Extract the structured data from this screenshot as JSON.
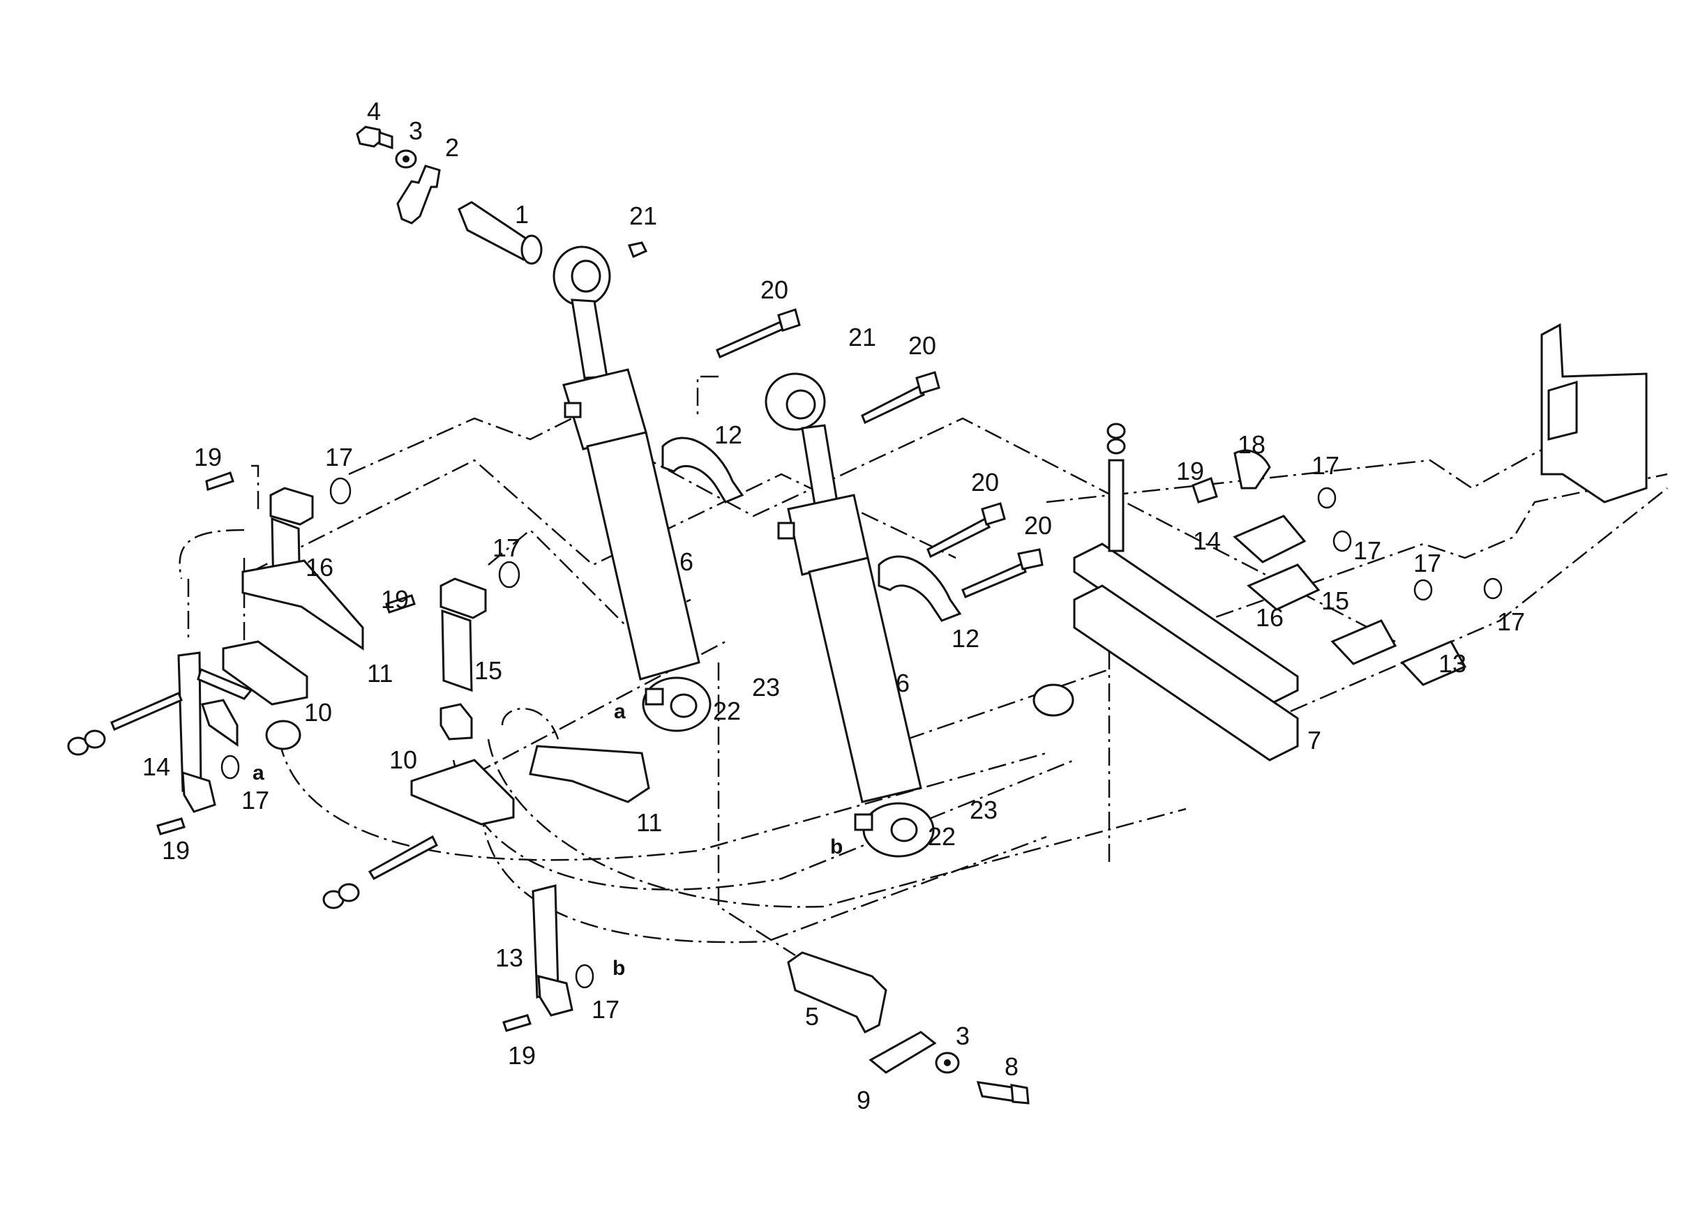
{
  "diagram": {
    "callouts": [
      {
        "id": "c-4",
        "text": "4"
      },
      {
        "id": "c-3a",
        "text": "3"
      },
      {
        "id": "c-2",
        "text": "2"
      },
      {
        "id": "c-1",
        "text": "1"
      },
      {
        "id": "c-21a",
        "text": "21"
      },
      {
        "id": "c-20a",
        "text": "20"
      },
      {
        "id": "c-21b",
        "text": "21"
      },
      {
        "id": "c-20b",
        "text": "20"
      },
      {
        "id": "c-12a",
        "text": "12"
      },
      {
        "id": "c-6a",
        "text": "6"
      },
      {
        "id": "c-20c",
        "text": "20"
      },
      {
        "id": "c-20d",
        "text": "20"
      },
      {
        "id": "c-12b",
        "text": "12"
      },
      {
        "id": "c-6b",
        "text": "6"
      },
      {
        "id": "c-19a",
        "text": "19"
      },
      {
        "id": "c-17a",
        "text": "17"
      },
      {
        "id": "c-16a",
        "text": "16"
      },
      {
        "id": "c-11a",
        "text": "11"
      },
      {
        "id": "c-10a",
        "text": "10"
      },
      {
        "id": "c-14a",
        "text": "14"
      },
      {
        "id": "c-17b",
        "text": "17"
      },
      {
        "id": "c-19b",
        "text": "19"
      },
      {
        "id": "c-19c",
        "text": "19"
      },
      {
        "id": "c-17c",
        "text": "17"
      },
      {
        "id": "c-15a",
        "text": "15"
      },
      {
        "id": "c-10b",
        "text": "10"
      },
      {
        "id": "c-11b",
        "text": "11"
      },
      {
        "id": "c-22a",
        "text": "22"
      },
      {
        "id": "c-23a",
        "text": "23"
      },
      {
        "id": "c-22b",
        "text": "22"
      },
      {
        "id": "c-23b",
        "text": "23"
      },
      {
        "id": "c-13a",
        "text": "13"
      },
      {
        "id": "c-17d",
        "text": "17"
      },
      {
        "id": "c-19d",
        "text": "19"
      },
      {
        "id": "c-5",
        "text": "5"
      },
      {
        "id": "c-3b",
        "text": "3"
      },
      {
        "id": "c-8",
        "text": "8"
      },
      {
        "id": "c-9",
        "text": "9"
      },
      {
        "id": "c-7",
        "text": "7"
      },
      {
        "id": "c-19e",
        "text": "19"
      },
      {
        "id": "c-18",
        "text": "18"
      },
      {
        "id": "c-17e",
        "text": "17"
      },
      {
        "id": "c-14b",
        "text": "14"
      },
      {
        "id": "c-17f",
        "text": "17"
      },
      {
        "id": "c-16b",
        "text": "16"
      },
      {
        "id": "c-17g",
        "text": "17"
      },
      {
        "id": "c-15b",
        "text": "15"
      },
      {
        "id": "c-17h",
        "text": "17"
      },
      {
        "id": "c-13b",
        "text": "13"
      }
    ],
    "port_marks": [
      {
        "id": "m-a1",
        "text": "a"
      },
      {
        "id": "m-a2",
        "text": "a"
      },
      {
        "id": "m-b1",
        "text": "b"
      },
      {
        "id": "m-b2",
        "text": "b"
      }
    ]
  }
}
